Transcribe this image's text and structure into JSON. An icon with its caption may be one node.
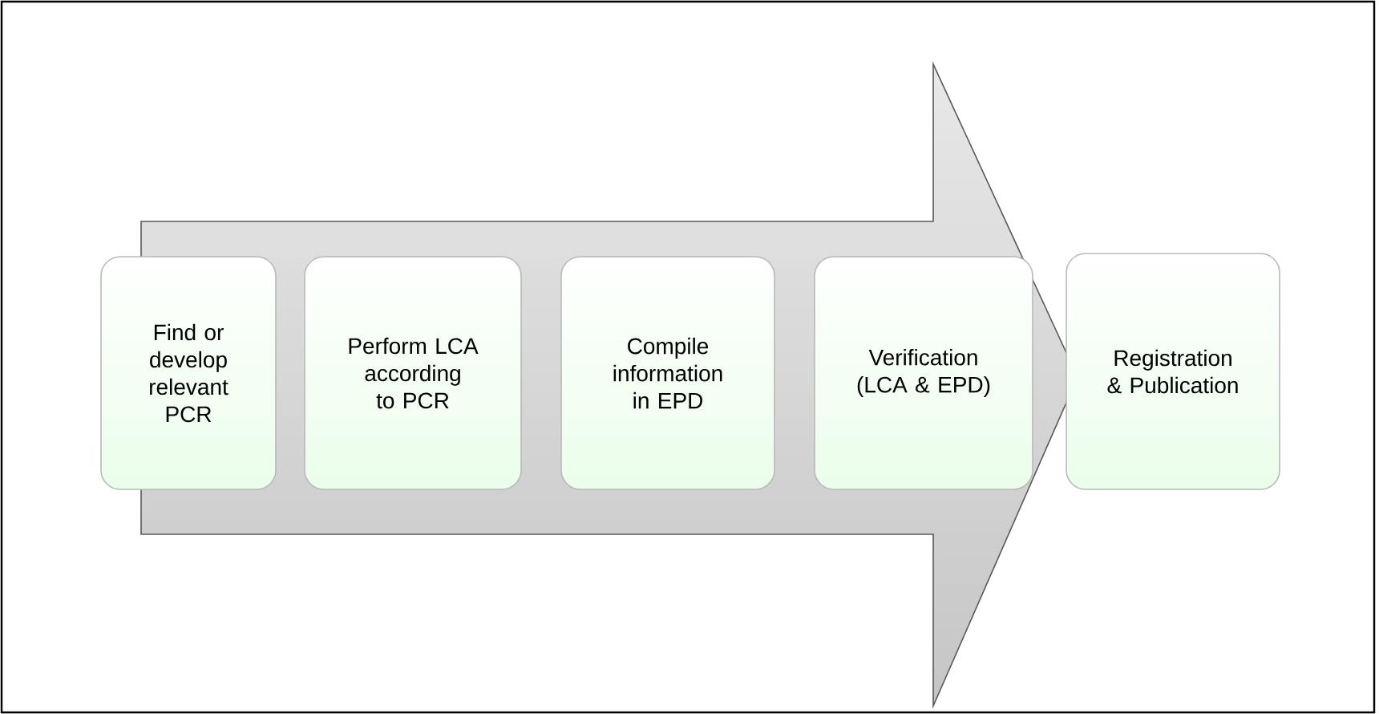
{
  "diagram": {
    "nodes": [
      {
        "text": [
          "Find or develop relevant PCR"
        ]
      },
      {
        "text": [
          "Perform LCA according to PCR"
        ]
      },
      {
        "text": [
          "Compile information in EPD"
        ]
      },
      {
        "text": [
          "Verification (LCA & EPD)"
        ]
      },
      {
        "text": [
          "Registration & Publication"
        ]
      }
    ]
  }
}
